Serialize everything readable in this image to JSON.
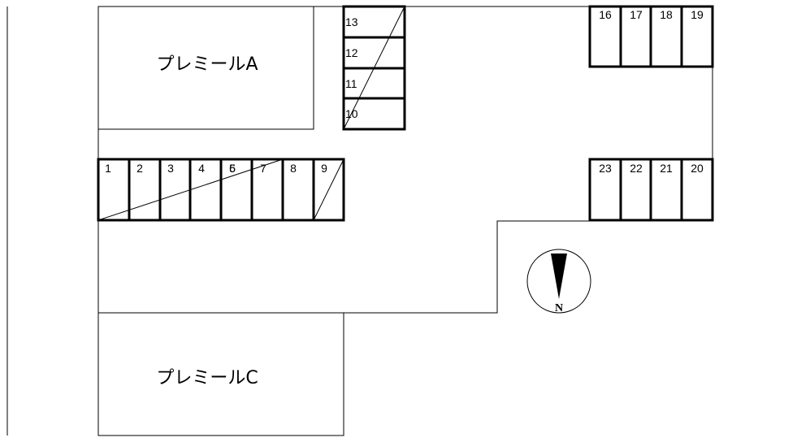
{
  "buildings": {
    "a": "プレミールA",
    "c": "プレミールC"
  },
  "spaces": {
    "s1": "1",
    "s2": "2",
    "s3": "3",
    "s4": "4",
    "s5": "5",
    "s6": "6",
    "s7": "7",
    "s8": "8",
    "s9": "9",
    "s10": "10",
    "s11": "11",
    "s12": "12",
    "s13": "13",
    "s16": "16",
    "s17": "17",
    "s18": "18",
    "s19": "19",
    "s20": "20",
    "s21": "21",
    "s22": "22",
    "s23": "23"
  },
  "compass": {
    "label": "N"
  }
}
